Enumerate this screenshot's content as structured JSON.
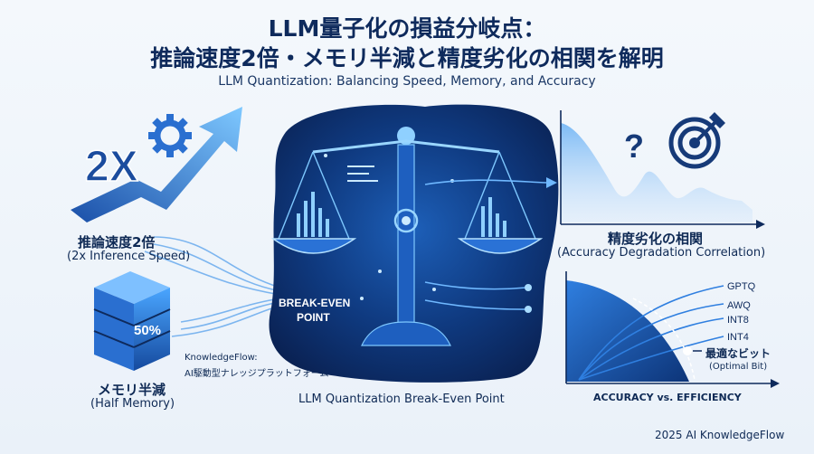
{
  "title": {
    "line1": "LLM量子化の損益分岐点：",
    "line2": "推論速度2倍・メモリ半減と精度劣化の相関を解明",
    "subtitle": "LLM Quantization: Balancing Speed, Memory, and Accuracy"
  },
  "speed": {
    "badge": "2X",
    "label_ja": "推論速度2倍",
    "label_en": "(2x Inference Speed)"
  },
  "memory": {
    "percent": "50%",
    "label_ja": "メモリ半減",
    "label_en": "(Half Memory)"
  },
  "brand": {
    "line1": "KnowledgeFlow:",
    "line2": "AI駆動型ナレッジプラットフォーム"
  },
  "center": {
    "breakeven_line1": "BREAK-EVEN",
    "breakeven_line2": "POINT",
    "caption": "LLM Quantization Break-Even Point"
  },
  "accuracy": {
    "question_mark": "?",
    "label_ja": "精度劣化の相関",
    "label_en": "(Accuracy Degradation Correlation)"
  },
  "tradeoff": {
    "methods": [
      "GPTQ",
      "AWQ",
      "INT8",
      "INT4"
    ],
    "optimal_ja": "最適なビット",
    "optimal_en": "(Optimal Bit)",
    "axis_caption": "ACCURACY vs. EFFICIENCY"
  },
  "footer": "2025 AI KnowledgeFlow",
  "colors": {
    "navy": "#0e2a5c",
    "accent": "#2f7fe0",
    "glow": "#7ec8ff",
    "dark_panel": "#0b2350"
  },
  "icons": [
    "gear-icon",
    "arrow-up-icon",
    "stacked-layers-icon",
    "scale-icon",
    "target-icon",
    "question-icon"
  ]
}
